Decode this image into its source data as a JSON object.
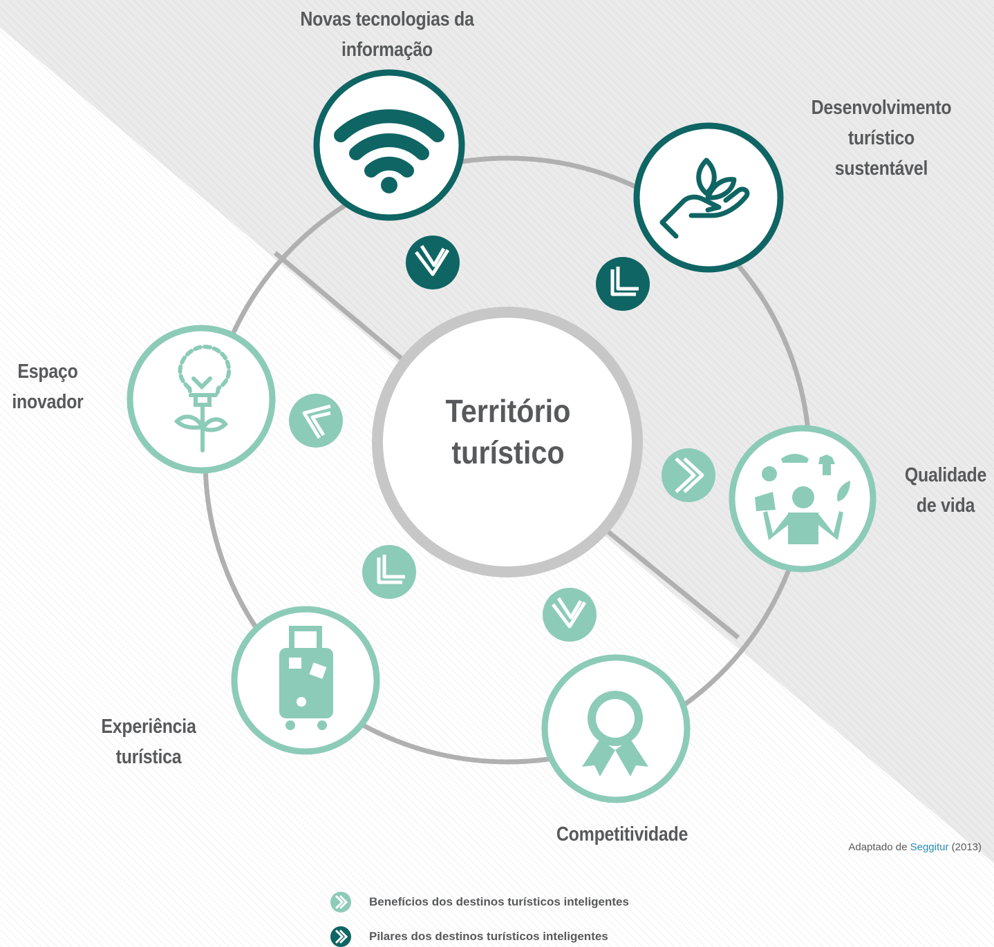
{
  "center": {
    "line1": "Território",
    "line2": "turístico"
  },
  "nodes": [
    {
      "id": "tech",
      "line1": "Novas tecnologias da",
      "line2": "informação",
      "icon": "wifi-icon",
      "group": "pillar"
    },
    {
      "id": "sust",
      "line1": "Desenvolvimento",
      "line2": "turístico",
      "line3": "sustentável",
      "icon": "hand-leaf-icon",
      "group": "pillar"
    },
    {
      "id": "quality",
      "line1": "Qualidade",
      "line2": "de vida",
      "icon": "juggling-person-icon",
      "group": "benefit"
    },
    {
      "id": "comp",
      "line1": "Competitividade",
      "icon": "award-ribbon-icon",
      "group": "benefit"
    },
    {
      "id": "exp",
      "line1": "Experiência",
      "line2": "turística",
      "icon": "suitcase-icon",
      "group": "benefit"
    },
    {
      "id": "innov",
      "line1": "Espaço",
      "line2": "inovador",
      "icon": "lightbulb-plant-icon",
      "group": "benefit"
    }
  ],
  "source": {
    "prefix": "Adaptado de ",
    "link": "Seggitur",
    "suffix": " (2013)"
  },
  "legend": [
    {
      "label": "Benefícios dos destinos turísticos inteligentes",
      "color": "#8ccbb8"
    },
    {
      "label": "Pilares dos destinos turísticos inteligentes",
      "color": "#0f6563"
    }
  ],
  "colors": {
    "dark": "#0f6563",
    "light": "#8ccbb8",
    "ring": "#b0b0b0",
    "text": "#58595b",
    "link": "#2a8cb0"
  }
}
